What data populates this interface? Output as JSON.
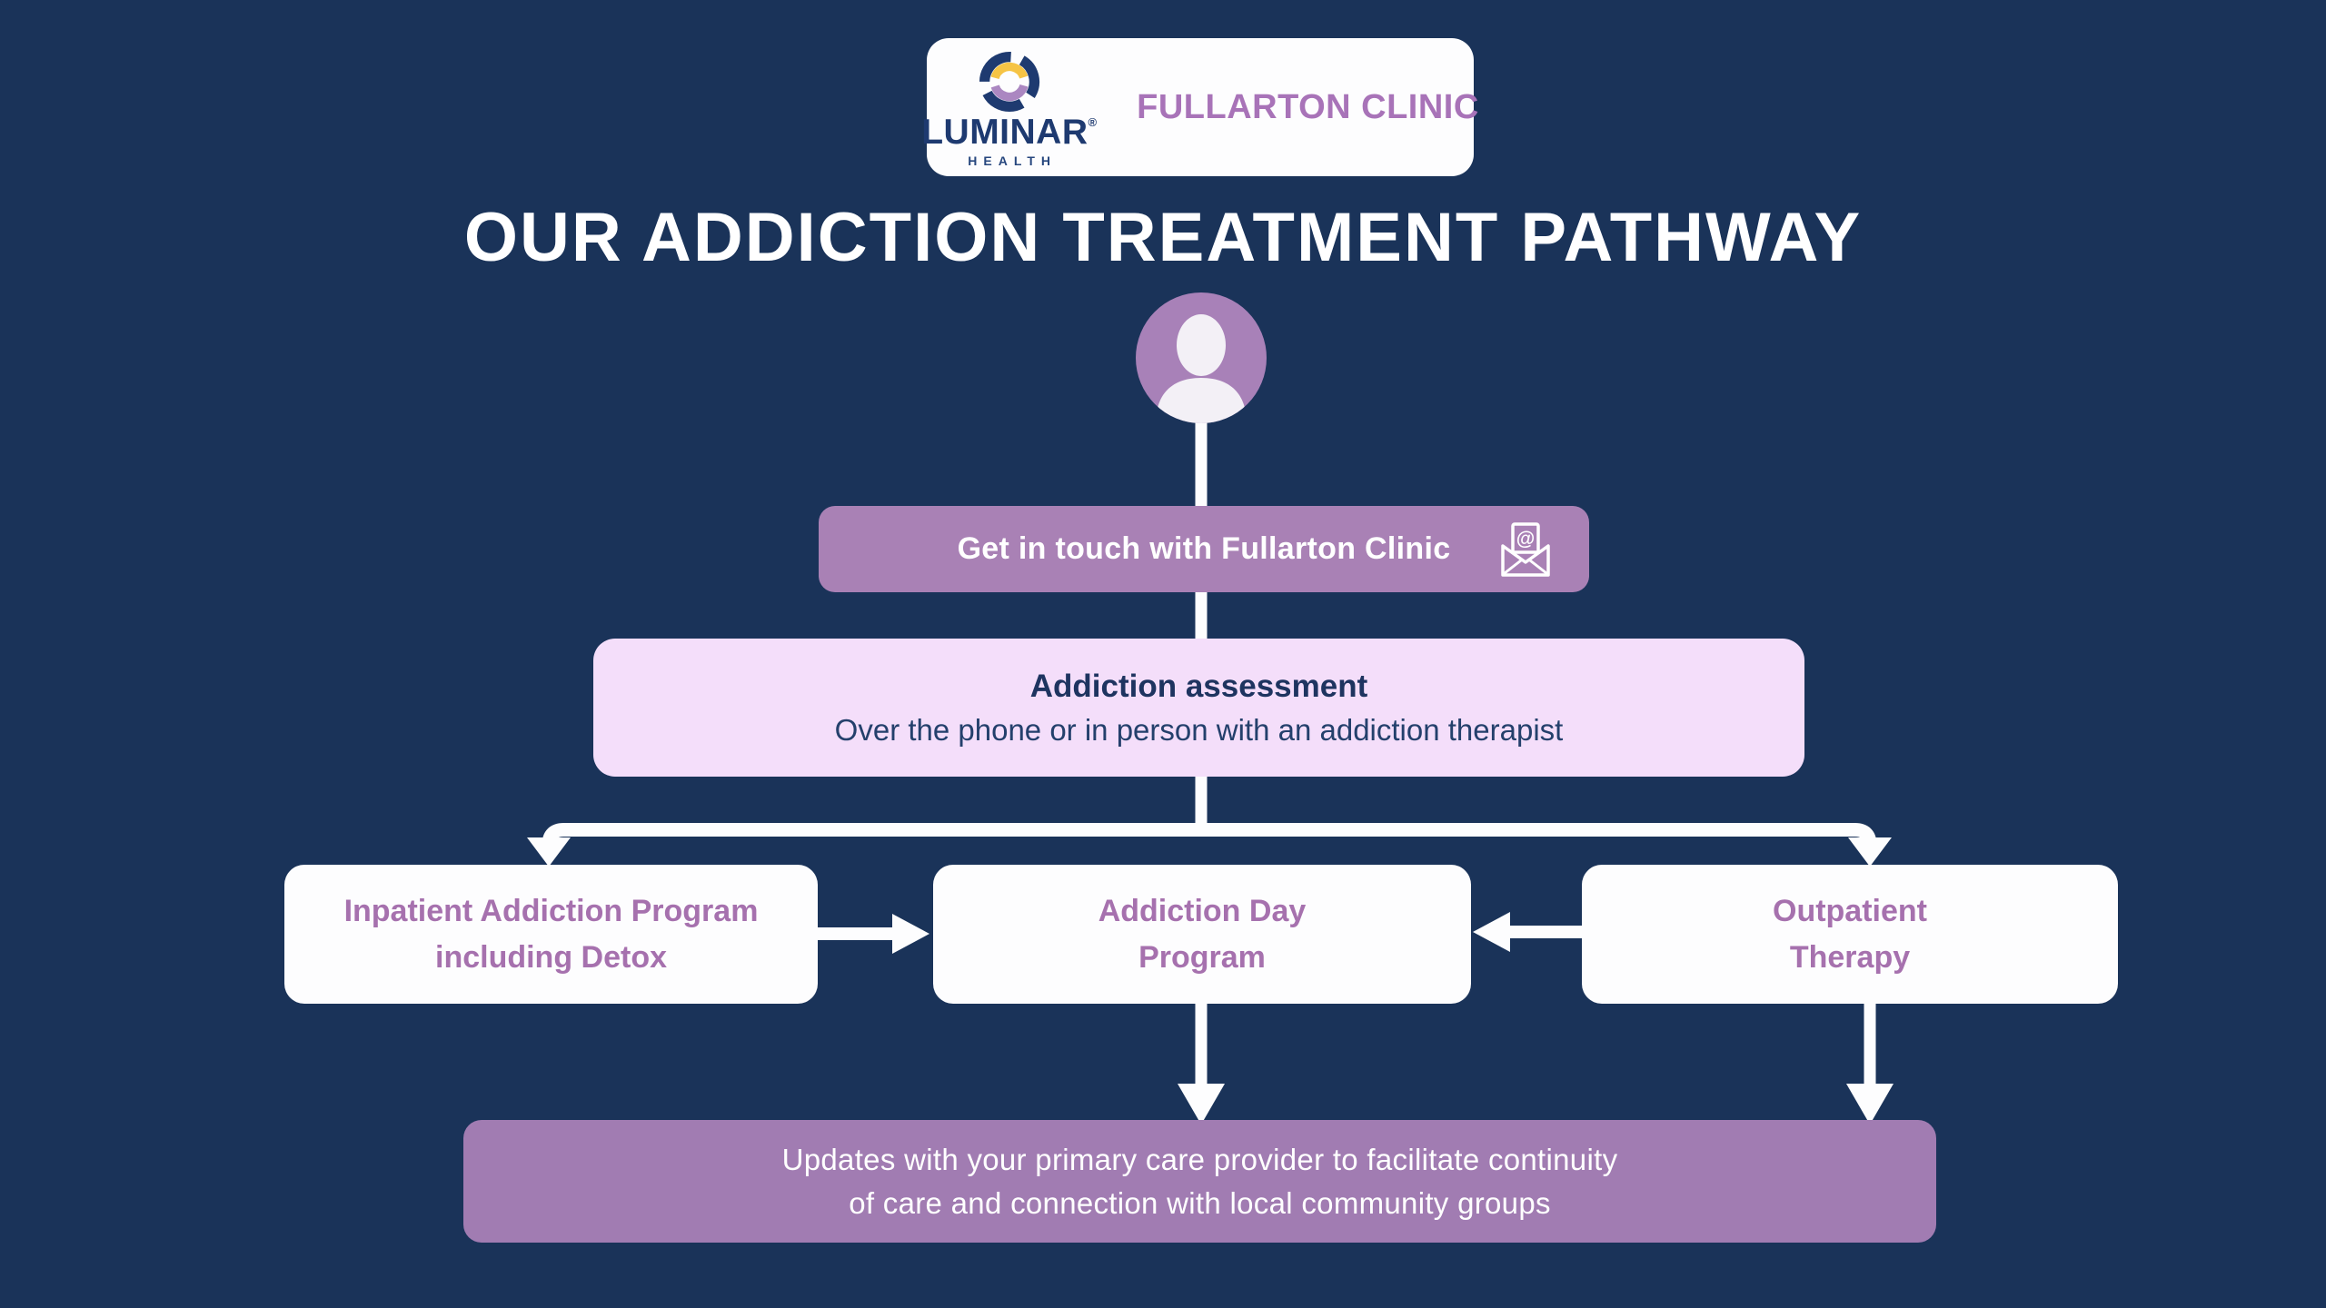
{
  "logo_card": {
    "brand": "LUMINAR",
    "registered_mark": "®",
    "brand_sub": "HEALTH",
    "clinic": "FULLARTON CLINIC",
    "brand_icon": "luminar-ring-icon"
  },
  "title": "OUR ADDICTION TREATMENT PATHWAY",
  "patient": {
    "icon": "person-avatar-icon"
  },
  "contact_step": {
    "label": "Get in touch with Fullarton Clinic",
    "icon": "envelope-at-icon"
  },
  "assessment_step": {
    "title": "Addiction assessment",
    "subtitle": "Over the phone or in person with an addiction therapist"
  },
  "programs": [
    {
      "lines": [
        "Inpatient Addiction Program",
        "including Detox"
      ]
    },
    {
      "lines": [
        "Addiction Day",
        "Program"
      ]
    },
    {
      "lines": [
        "Outpatient",
        "Therapy"
      ]
    }
  ],
  "outcome_step": {
    "lines": [
      "Updates with your primary care provider to facilitate continuity",
      "of care and connection with local community groups"
    ]
  },
  "colors": {
    "background": "#1a3359",
    "accent_purple": "#a981b5",
    "outcome_purple": "#a17cb2",
    "light_pink": "#f4defa",
    "navy_text": "#1e3460",
    "program_text_purple": "#a671ae",
    "connector_white": "#fdfdfe",
    "logo_navy": "#1e3a70",
    "logo_yellow": "#f6c445",
    "logo_lavender": "#ab87c1",
    "clinic_purple": "#a873b8"
  }
}
